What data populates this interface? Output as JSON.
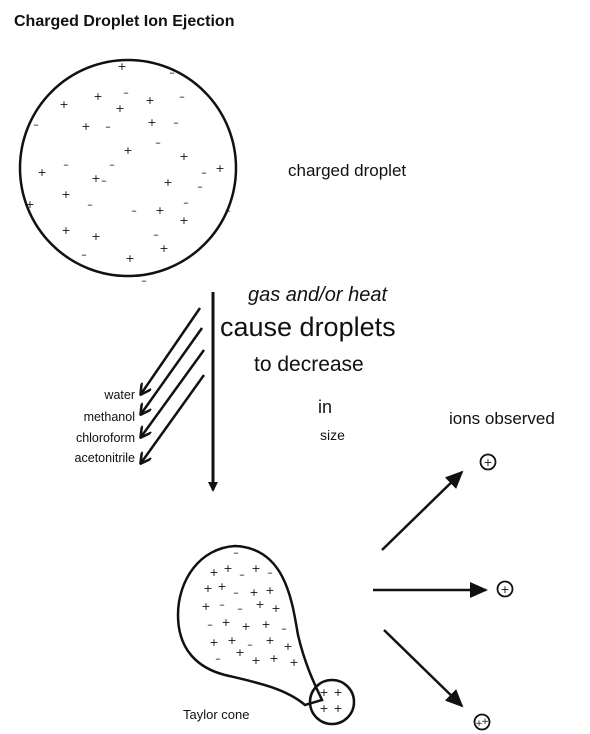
{
  "title": "Charged Droplet Ion Ejection",
  "labels": {
    "charged_droplet": "charged droplet",
    "gas_heat": "gas and/or heat",
    "cause_droplets": "cause droplets",
    "to_decrease": "to decrease",
    "in": "in",
    "size": "size",
    "ions_observed": "ions observed",
    "taylor_cone": "Taylor cone"
  },
  "solvents": [
    "water",
    "methanol",
    "chloroform",
    "acetonitrile"
  ],
  "colors": {
    "ink": "#111111",
    "background": "#ffffff"
  }
}
